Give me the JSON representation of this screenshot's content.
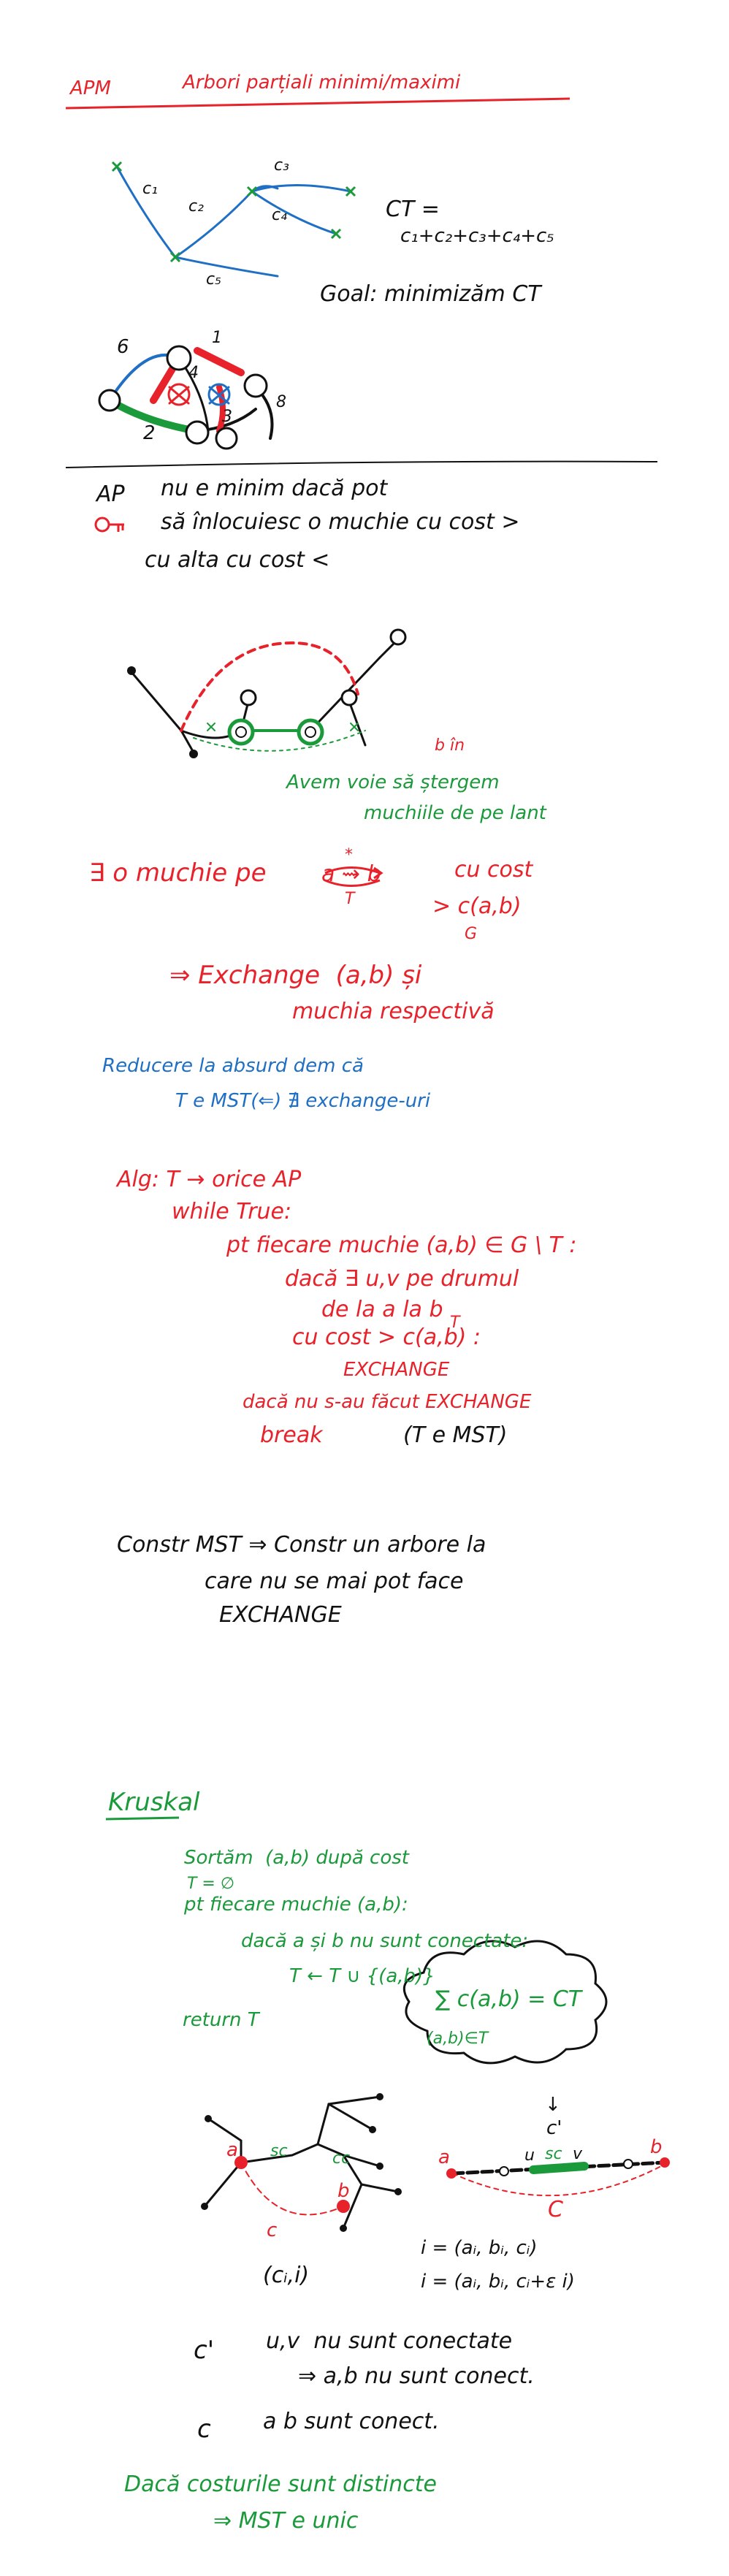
{
  "colors": {
    "red": "#e8222a",
    "black": "#111111",
    "green": "#1a9a3a",
    "blue": "#1f6fc4",
    "paper": "#ffffff"
  },
  "header": {
    "apm": "APM",
    "title": "Arbori parțiali minimi/maximi"
  },
  "section1": {
    "edge_labels": {
      "c1": "c₁",
      "c2": "c₂",
      "c3": "c₃",
      "c4": "c₄",
      "c5": "c₅"
    },
    "ct_label": "CT =",
    "ct_sum": "c₁+c₂+c₃+c₄+c₅",
    "goal": "Goal: minimizăm CT",
    "graph_weights": {
      "w6": "6",
      "w1": "1",
      "w4": "4",
      "w3": "3",
      "w8": "8",
      "w2": "2"
    }
  },
  "section2": {
    "ap": "AP",
    "line1": "nu e minim dacă pot",
    "line2": "să înlocuiesc o muchie cu cost >",
    "line3": "cu alta cu cost <",
    "green_b_in": "b în",
    "green_note1": "Avem voie să ștergem",
    "green_note2": "muchiile de pe lant",
    "red_exists": "∃ o muchie pe",
    "red_path": "a ⇝ b",
    "red_path_over": "*",
    "red_path_under": "T",
    "red_cost": "cu cost",
    "red_gt": "> c(a,b)",
    "red_g": "G",
    "red_exchange1": "⇒ Exchange  (a,b) și",
    "red_exchange2": "muchia respectivă",
    "blue_line1": "Reducere la absurd dem că",
    "blue_line2": "T e MST(⇐) ∄ exchange-uri"
  },
  "algorithm": {
    "l1": "Alg: T → orice AP",
    "l2": "while True:",
    "l3": "pt fiecare muchie (a,b) ∈ G \\ T :",
    "l4": "dacă ∃ u,v pe drumul",
    "l5": "de la a la b",
    "l5_sub": "T",
    "l6": "cu cost > c(a,b) :",
    "l7": "EXCHANGE",
    "l8": "dacă nu s-au făcut EXCHANGE",
    "l9": "break",
    "l9_note": "(T e MST)"
  },
  "construct": {
    "l1": "Constr MST ⇒ Constr un arbore la",
    "l2": "care nu se mai pot face",
    "l3": "EXCHANGE"
  },
  "kruskal": {
    "title": "Kruskal",
    "b1": "Sortăm  (a,b) după cost",
    "b2": "T = ∅",
    "b3": "pt fiecare muchie (a,b):",
    "b4": "dacă a și b nu sunt conectate:",
    "b5": "T ← T ∪ {(a,b)}",
    "ret": "return T",
    "cloud_sum": "∑ c(a,b) = CT",
    "cloud_sub": "(a,b)∈T"
  },
  "diagram2": {
    "a": "a",
    "b": "b",
    "sc": "sc",
    "cc": "cc",
    "c": "c",
    "right_a": "a",
    "right_b": "b",
    "c_prime_arrow": "↓",
    "c_prime": "c'",
    "u": "u",
    "sc_right": "sc",
    "v": "v",
    "c_right": "C",
    "ci": "(cᵢ,i)",
    "i1": "i = (aᵢ, bᵢ, cᵢ)",
    "i2": "i = (aᵢ, bᵢ, cᵢ+ε i)"
  },
  "conclusion": {
    "cp": "c'",
    "l1": "u,v  nu sunt conectate",
    "l2": "⇒ a,b nu sunt conect.",
    "c": "c",
    "l3": "a b sunt conect.",
    "g1": "Dacă costurile sunt distincte",
    "g2": "⇒ MST e unic"
  }
}
